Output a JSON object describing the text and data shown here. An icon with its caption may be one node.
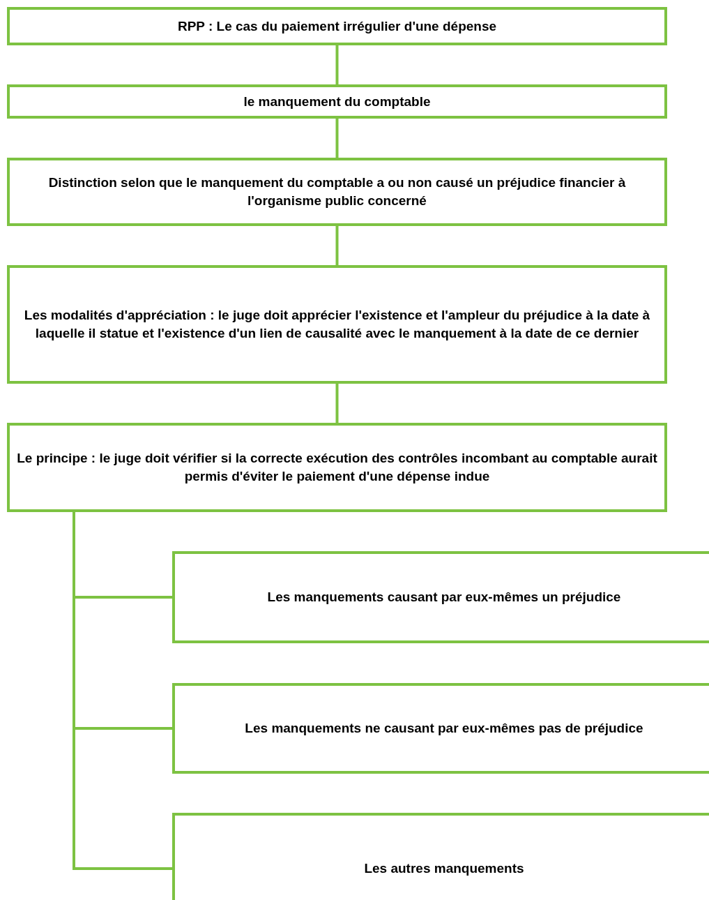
{
  "diagram": {
    "nodes": [
      {
        "text": [
          "RPP : Le cas du paiement irrégulier d'une dépense"
        ]
      },
      {
        "text": [
          "le manquement du comptable"
        ]
      },
      {
        "text": [
          "Distinction selon que le manquement du comptable a ou non causé un préjudice financier à l'organisme public concerné"
        ]
      },
      {
        "text": [
          "Les modalités d'appréciation : le juge doit apprécier l'existence et l'ampleur du préjudice à la date à laquelle il statue et l'existence d'un lien de causalité avec le manquement à la date de ce dernier"
        ]
      },
      {
        "text": [
          "Le principe : le juge doit vérifier si la correcte exécution des contrôles incombant au comptable aurait permis d'éviter le paiement d'une dépense indue"
        ]
      },
      {
        "text": [
          "Les manquements causant par eux-mêmes un préjudice"
        ]
      },
      {
        "text": [
          "Les manquements ne causant par eux-mêmes pas de préjudice"
        ]
      },
      {
        "text": [
          "Les autres manquements"
        ]
      }
    ],
    "edges": [
      {
        "from": 0,
        "to": 1,
        "arrow": "none"
      },
      {
        "from": 1,
        "to": 2,
        "arrow": "none"
      },
      {
        "from": 2,
        "to": 3,
        "arrow": "none"
      },
      {
        "from": 3,
        "to": 4,
        "arrow": "none"
      },
      {
        "from": 4,
        "to": 5,
        "arrow": "none"
      },
      {
        "from": 4,
        "to": 6,
        "arrow": "none"
      },
      {
        "from": 4,
        "to": 7,
        "arrow": "none"
      }
    ]
  }
}
